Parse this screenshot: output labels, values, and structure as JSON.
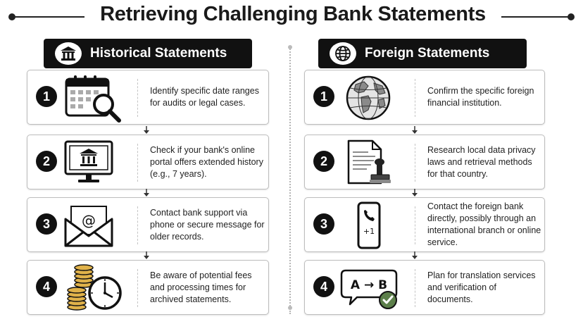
{
  "title": "Retrieving Challenging Bank Statements",
  "columns": [
    {
      "header": "Historical Statements",
      "header_icon": "bank-icon",
      "steps": [
        {
          "number": "1",
          "icon": "calendar-search-icon",
          "text": "Identify specific date ranges for audits or legal cases."
        },
        {
          "number": "2",
          "icon": "online-portal-icon",
          "text": "Check if your bank's online portal offers extended history (e.g., 7 years)."
        },
        {
          "number": "3",
          "icon": "email-envelope-icon",
          "text": "Contact bank support via phone or secure message for older records."
        },
        {
          "number": "4",
          "icon": "coins-clock-icon",
          "text": "Be aware of potential fees and processing times for archived statements."
        }
      ]
    },
    {
      "header": "Foreign Statements",
      "header_icon": "globe-icon",
      "steps": [
        {
          "number": "1",
          "icon": "globe-icon",
          "text": "Confirm the specific foreign financial institution."
        },
        {
          "number": "2",
          "icon": "document-stamp-icon",
          "text": "Research local data privacy laws and retrieval methods for that country."
        },
        {
          "number": "3",
          "icon": "phone-icon",
          "text": "Contact the foreign bank directly, possibly through an international branch or online service."
        },
        {
          "number": "4",
          "icon": "translation-icon",
          "text": "Plan for translation services and verification of documents."
        }
      ],
      "phone_label": "+1",
      "translation_label": "A → B"
    }
  ],
  "colors": {
    "dark": "#111111",
    "border": "#bdbdbd",
    "coin": "#e0b24a",
    "check": "#5c7f4a"
  }
}
